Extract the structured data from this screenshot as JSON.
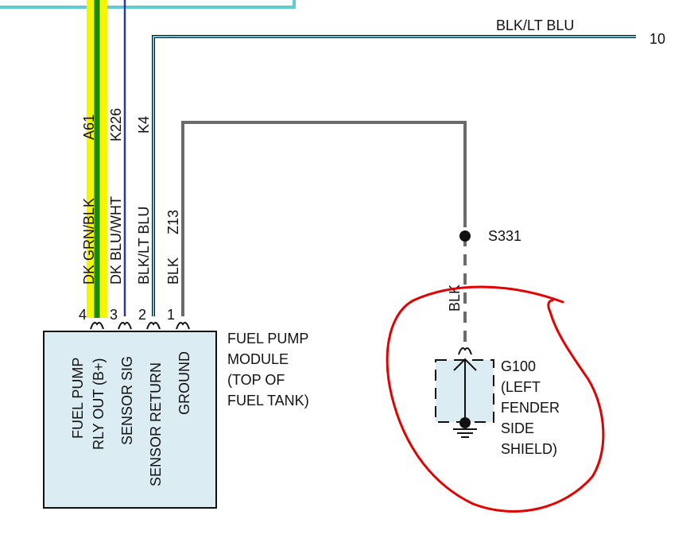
{
  "colors": {
    "dk_green": "#138a17",
    "yellow": "#f5f500",
    "blue": "#2a3a9a",
    "lt_blue": "#63c9d8",
    "black_wire": "#6b6b6b",
    "module_fill": "#dcecf3",
    "annotation": "#e00000"
  },
  "top_wire": {
    "color_label": "BLK/LT BLU",
    "terminal": "10"
  },
  "wires": [
    {
      "circuit": "A61",
      "color_label": "DK GRN/BLK",
      "pin": "4"
    },
    {
      "circuit": "K226",
      "color_label": "DK BLU/WHT",
      "pin": "3"
    },
    {
      "circuit": "K4",
      "color_label": "BLK/LT BLU",
      "pin": "2"
    },
    {
      "circuit": "Z13",
      "color_label": "BLK",
      "pin": "1"
    }
  ],
  "module": {
    "pins": [
      {
        "line1": "FUEL PUMP",
        "line2": "RLY OUT (B+)"
      },
      {
        "line1": "SENSOR SIG"
      },
      {
        "line1": "SENSOR RETURN"
      },
      {
        "line1": "GROUND"
      }
    ],
    "name_lines": [
      "FUEL PUMP",
      "MODULE",
      "(TOP OF",
      "FUEL TANK)"
    ]
  },
  "splice": {
    "label": "S331",
    "wire_label": "BLK"
  },
  "ground": {
    "label_lines": [
      "G100",
      "(LEFT",
      "FENDER",
      "SIDE",
      "SHIELD)"
    ]
  }
}
